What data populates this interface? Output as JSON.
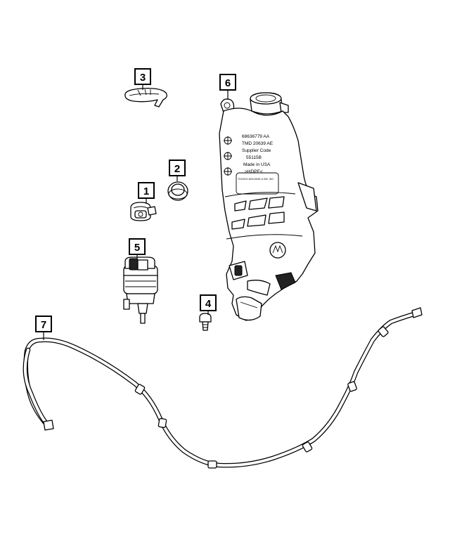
{
  "callouts": [
    {
      "id": "1",
      "label": "1"
    },
    {
      "id": "2",
      "label": "2"
    },
    {
      "id": "3",
      "label": "3"
    },
    {
      "id": "4",
      "label": "4"
    },
    {
      "id": "5",
      "label": "5"
    },
    {
      "id": "6",
      "label": "6"
    },
    {
      "id": "7",
      "label": "7"
    }
  ],
  "tank_label": {
    "line1": "68636779 AA",
    "line2": "TMD 20639  AE",
    "line3": "Supplier Code",
    "line4": "55115B",
    "line5": "Made in USA",
    "line6": ">HDPE<",
    "line7": "TOLEDO MOLDING & DIE, INC."
  },
  "colors": {
    "line": "#000000",
    "background": "#ffffff"
  }
}
